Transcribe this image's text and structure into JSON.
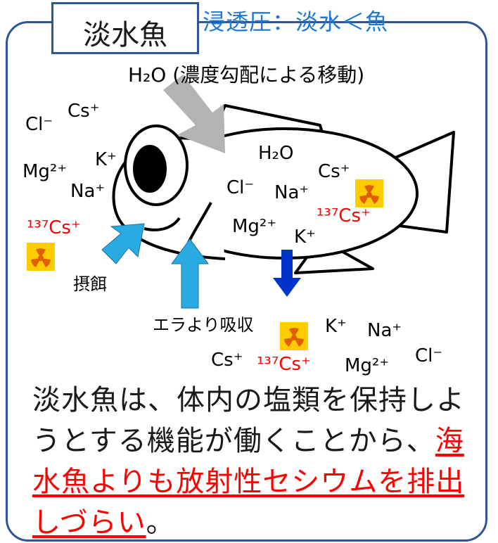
{
  "title": "淡水魚",
  "subtitle": "浸透圧：淡水＜魚",
  "labels": {
    "water_flow": "H₂O (濃度勾配による移動)",
    "feeding": "摂餌",
    "gill_uptake": "エラより吸収",
    "h2o_inside": "H₂O"
  },
  "ions_outside_left": [
    "Cs⁺",
    "Cl⁻",
    "K⁺",
    "Mg²⁺",
    "Na⁺",
    "¹³⁷Cs⁺"
  ],
  "ions_inside": [
    "Cs⁺",
    "Cl⁻",
    "Na⁺",
    "¹³⁷Cs⁺",
    "Mg²⁺",
    "K⁺"
  ],
  "ions_outside_bottom": [
    "K⁺",
    "Na⁺",
    "Cs⁺",
    "¹³⁷Cs⁺",
    "Mg²⁺",
    "Cl⁻"
  ],
  "caption": {
    "normal": "淡水魚は、体内の塩類を保持しようとする機能が働くことから、",
    "highlight": "海水魚よりも放射性セシウムを排出しづらい",
    "end": "。"
  },
  "colors": {
    "border": "#2f5597",
    "subtitle": "#1f78d1",
    "radioactive": "#ff0000",
    "inflow_arrow": "#29abe2",
    "outflow_arrow": "#0033cc",
    "osmosis_arrow": "#b3b3b3",
    "hazard_bg": "#ffcc00",
    "hazard_fg": "#e06000"
  },
  "icons": [
    "radiation-hazard-icon",
    "fish-icon"
  ]
}
